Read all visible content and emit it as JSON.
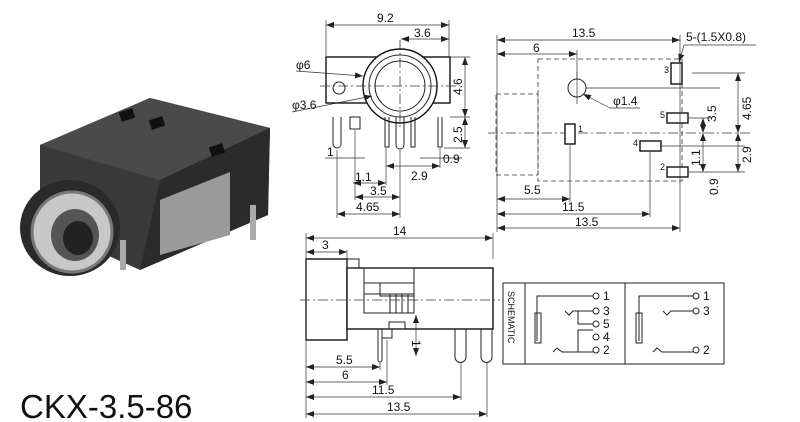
{
  "model": "CKX-3.5-86",
  "front_view": {
    "width": "9.2",
    "hole_offset": "3.6",
    "outer_dia": "φ6",
    "inner_dia": "φ3.6",
    "body_height": "4.6",
    "pin_length": "2.5",
    "pin_width": "1",
    "pin_offset_right": "0.9",
    "dim_2_9": "2.9",
    "dim_1_1": "1.1",
    "dim_3_5": "3.5",
    "dim_4_65": "4.65"
  },
  "pcb_layout": {
    "overall_top": "13.5",
    "hole_pos": "6",
    "pad_spec": "5-(1.5X0.8)",
    "hole_dia": "φ1.4",
    "pin_labels": [
      "1",
      "2",
      "3",
      "4",
      "5"
    ],
    "dim_5_5": "5.5",
    "dim_11_5": "11.5",
    "overall_bottom": "13.5",
    "dim_3_5": "3.5",
    "dim_4_65": "4.65",
    "dim_1_1": "1.1",
    "dim_2_9": "2.9",
    "dim_0_9": "0.9"
  },
  "side_view": {
    "length": "14",
    "cap": "3",
    "pin_height": "1",
    "dim_5_5": "5.5",
    "dim_6": "6",
    "dim_11_5": "11.5",
    "dim_13_5": "13.5"
  },
  "schematic": {
    "label": "SCHEMATIC",
    "left_terminals": [
      "1",
      "3",
      "5",
      "4",
      "2"
    ],
    "right_terminals": [
      "1",
      "3",
      "2"
    ]
  }
}
